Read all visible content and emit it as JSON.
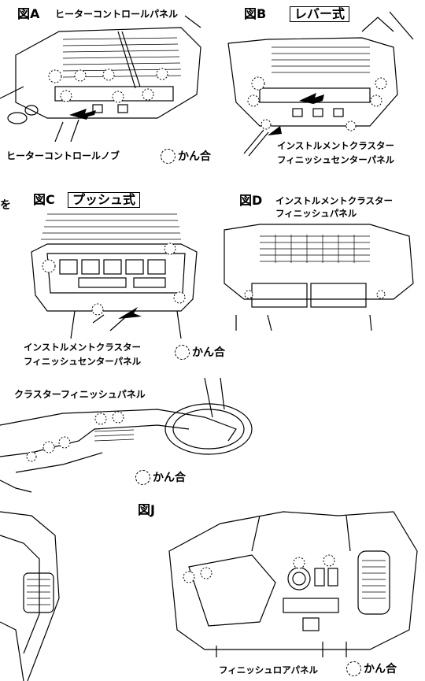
{
  "figures": {
    "a": {
      "tag": "図A",
      "title": "ヒーターコントロールパネル",
      "caption": "ヒーターコントロールノブ"
    },
    "b": {
      "tag": "図B",
      "mode": "レバー式",
      "caption_line1": "インストルメントクラスター",
      "caption_line2": "フィニッシュセンターパネル"
    },
    "c": {
      "tag": "図C",
      "mode": "プッシュ式",
      "caption_line1": "インストルメントクラスター",
      "caption_line2": "フィニッシュセンターパネル"
    },
    "d": {
      "tag": "図D",
      "caption_line1": "インストルメントクラスター",
      "caption_line2": "フィニッシュパネル"
    },
    "e": {
      "caption": "クラスターフィニッシュパネル"
    },
    "j": {
      "tag": "図J",
      "caption": "フィニッシュロアパネル"
    }
  },
  "legend": {
    "label": "かん合"
  },
  "side_text": "を"
}
